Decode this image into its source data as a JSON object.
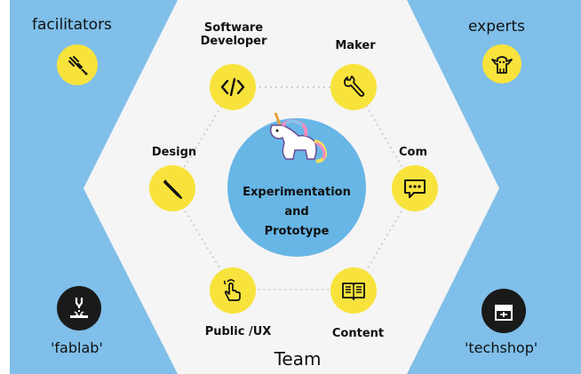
{
  "corners": {
    "facilitators": {
      "label": "facilitators",
      "icon": "soldering-iron-icon"
    },
    "experts": {
      "label": "experts",
      "icon": "yoda-icon"
    },
    "fablab": {
      "label": "'fablab'",
      "icon": "laser-cutter-icon"
    },
    "techshop": {
      "label": "'techshop'",
      "icon": "shop-icon"
    }
  },
  "roles": {
    "software": {
      "label_line1": "Software",
      "label_line2": "Developer",
      "icon": "code-brackets-icon"
    },
    "maker": {
      "label": "Maker",
      "icon": "wrench-icon"
    },
    "design": {
      "label": "Design",
      "icon": "pencil-icon"
    },
    "com": {
      "label": "Com",
      "icon": "speech-bubble-icon"
    },
    "public": {
      "label": "Public /UX",
      "icon": "tap-hand-icon"
    },
    "content": {
      "label": "Content",
      "icon": "open-book-icon"
    }
  },
  "center": {
    "line1": "Experimentation",
    "line2": "and",
    "line3": "Prototype",
    "icon": "unicorn-icon"
  },
  "footer": {
    "label": "Team"
  },
  "colors": {
    "background": "#7fbfe9",
    "hexagon": "#f5f5f5",
    "accent_yellow": "#f8e33c",
    "center_blue": "#67b6e6",
    "dark_circle": "#1a1a1a"
  }
}
